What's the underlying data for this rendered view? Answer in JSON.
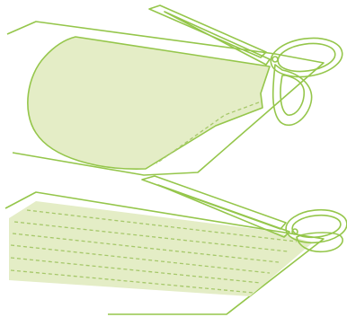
{
  "colors": {
    "background": "#ffffff",
    "outline": "#95c64b",
    "fill": "#e4edc6",
    "stitch": "#a6c86a"
  },
  "illustrations": [
    {
      "name": "cutting-curved-shape-with-scissors",
      "icon": "scissors-icon",
      "stitch_lines": 1
    },
    {
      "name": "cutting-straight-strip-with-scissors",
      "icon": "scissors-icon",
      "stitch_lines": 6
    }
  ]
}
